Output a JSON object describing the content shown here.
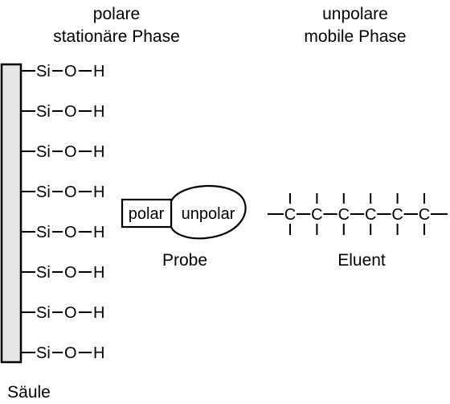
{
  "headers": {
    "stationary_line1": "polare",
    "stationary_line2": "stationäre Phase",
    "mobile_line1": "unpolare",
    "mobile_line2": "mobile Phase"
  },
  "column": {
    "label": "Säule",
    "groups": [
      {
        "si": "Si",
        "o": "O",
        "h": "H"
      },
      {
        "si": "Si",
        "o": "O",
        "h": "H"
      },
      {
        "si": "Si",
        "o": "O",
        "h": "H"
      },
      {
        "si": "Si",
        "o": "O",
        "h": "H"
      },
      {
        "si": "Si",
        "o": "O",
        "h": "H"
      },
      {
        "si": "Si",
        "o": "O",
        "h": "H"
      },
      {
        "si": "Si",
        "o": "O",
        "h": "H"
      },
      {
        "si": "Si",
        "o": "O",
        "h": "H"
      }
    ]
  },
  "probe": {
    "polar_label": "polar",
    "unpolar_label": "unpolar",
    "caption": "Probe"
  },
  "eluent": {
    "atoms": [
      "C",
      "C",
      "C",
      "C",
      "C",
      "C"
    ],
    "caption": "Eluent"
  },
  "colors": {
    "column_fill": "#e6e6e6",
    "stroke": "#000000"
  }
}
